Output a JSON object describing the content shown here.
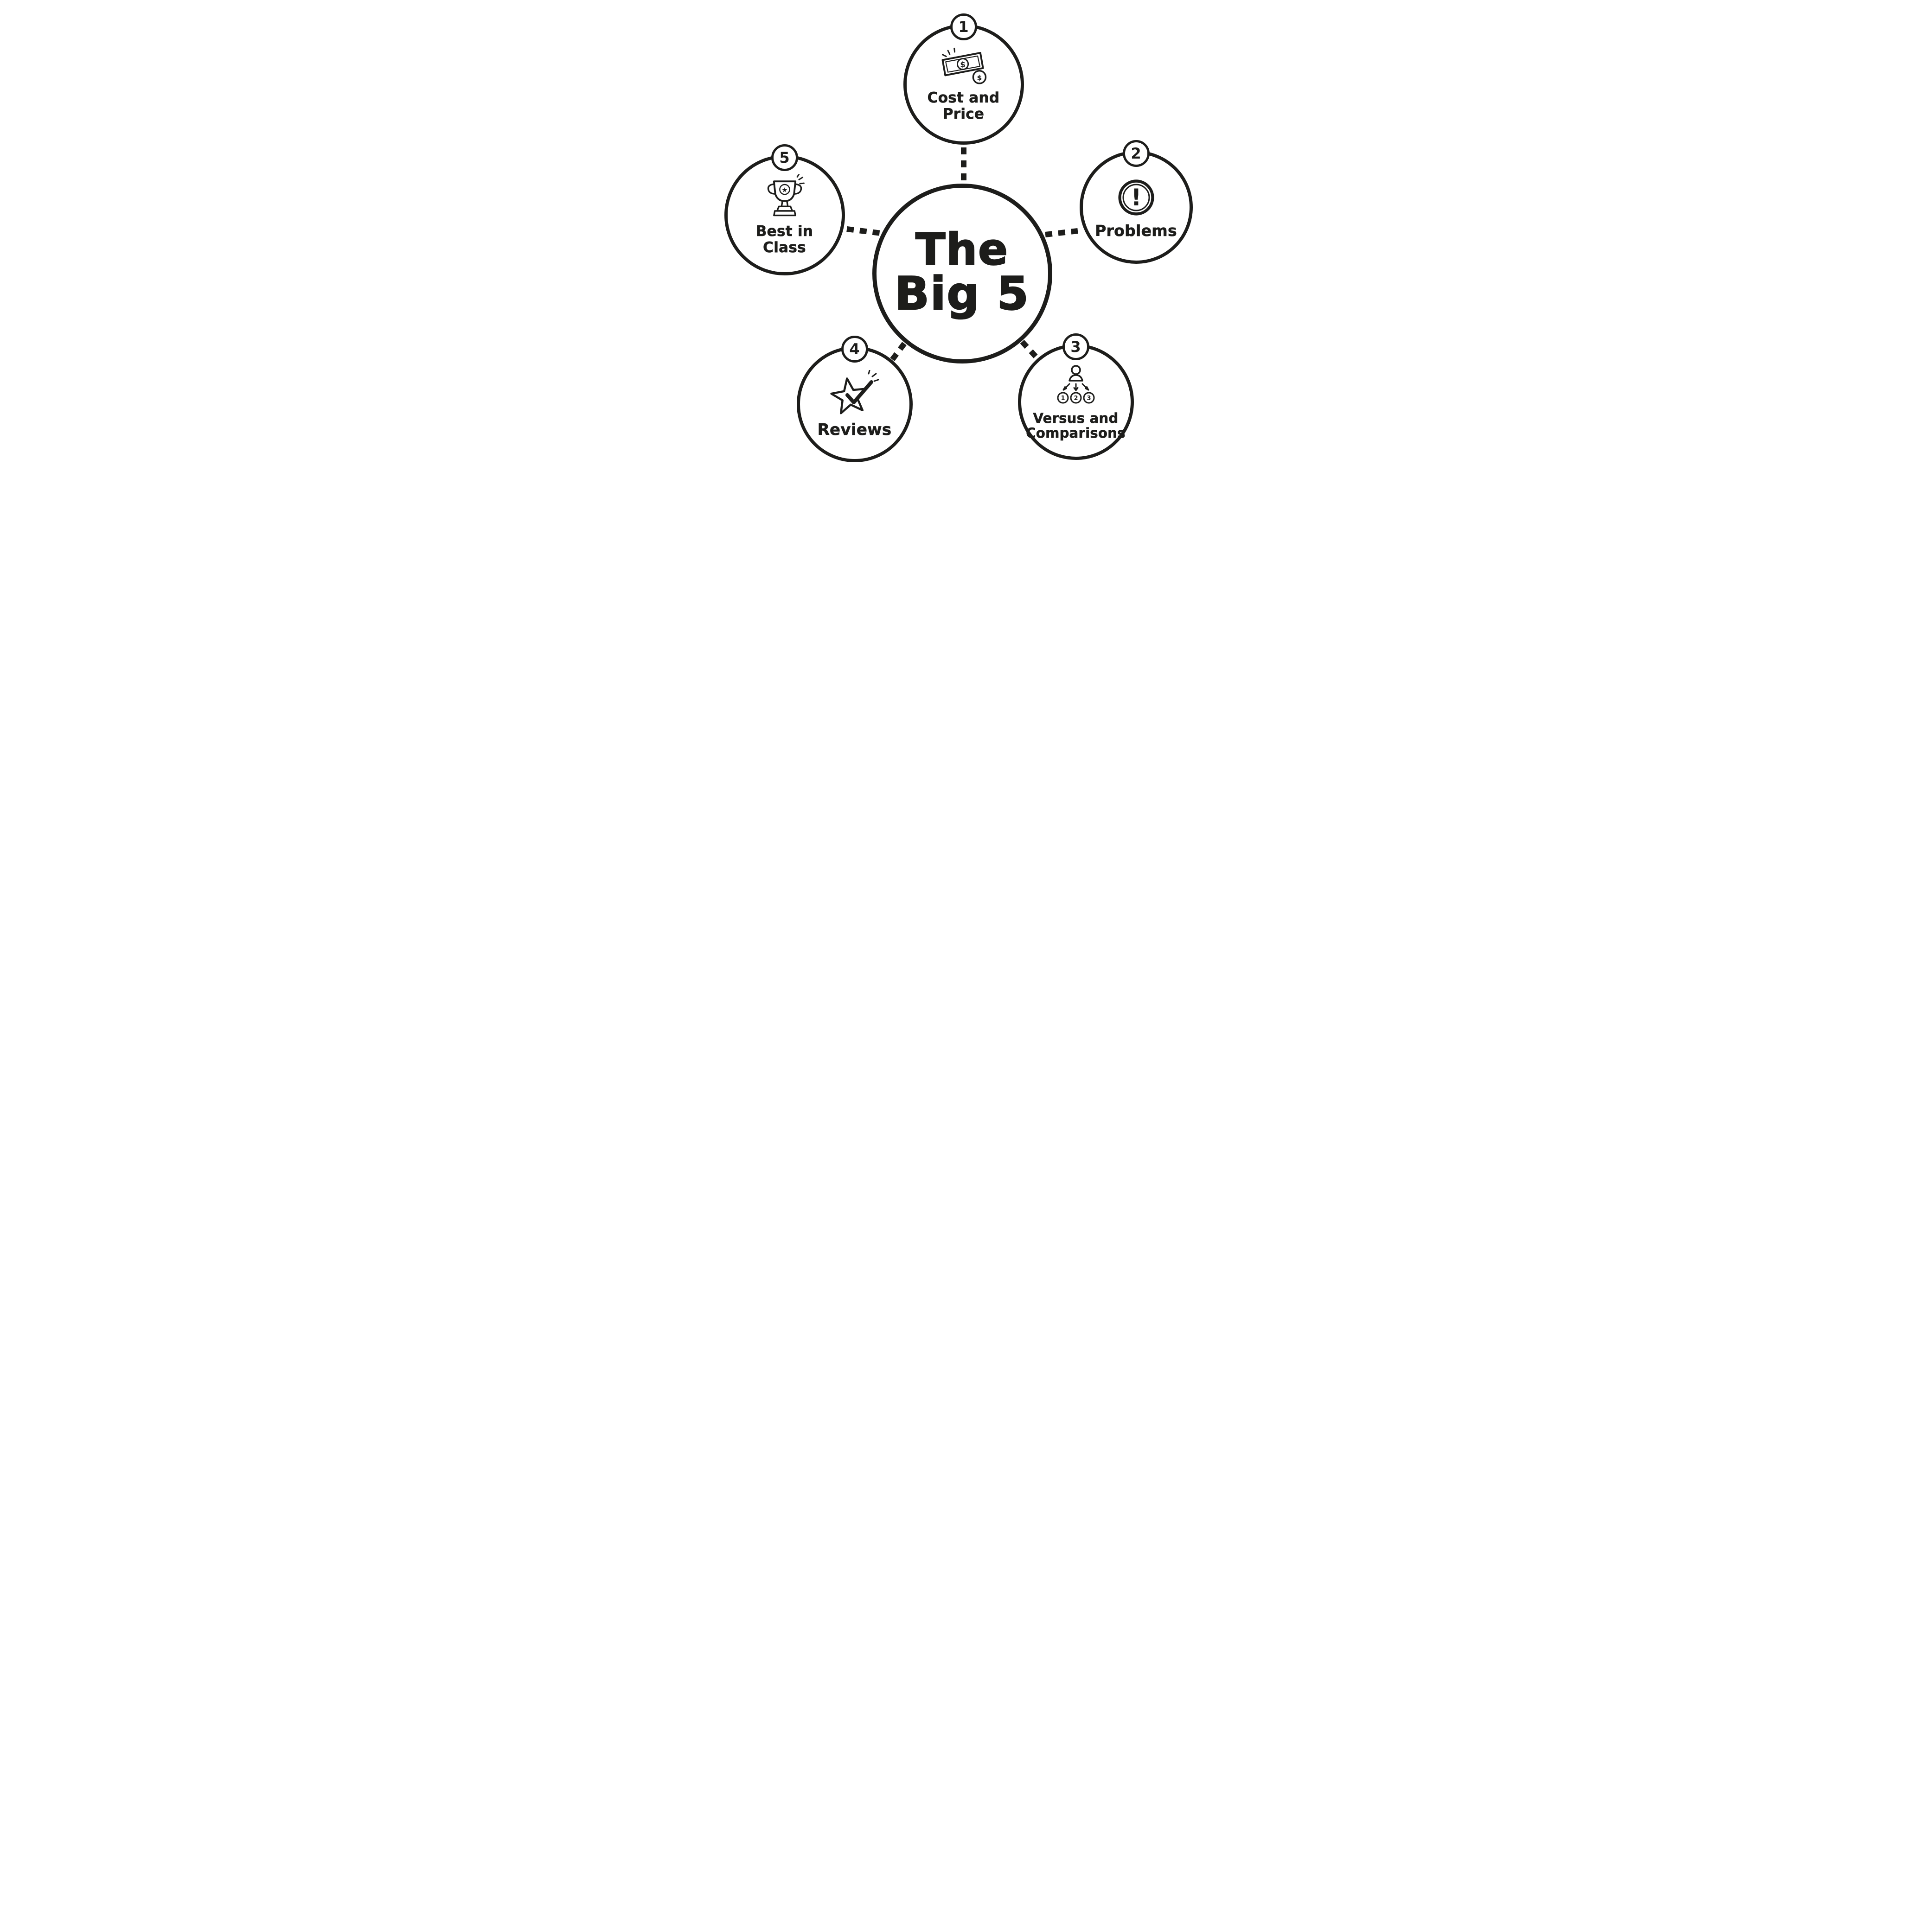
{
  "title": "The Big 5",
  "colors": {
    "ink": "#1d1d1b",
    "background": "#ffffff"
  },
  "center": {
    "line1": "The",
    "line2": "Big 5"
  },
  "nodes": [
    {
      "number": "1",
      "label": "Cost and\nPrice",
      "icon": "money-icon"
    },
    {
      "number": "2",
      "label": "Problems",
      "icon": "alert-icon"
    },
    {
      "number": "3",
      "label": "Versus and\nComparisons",
      "icon": "comparison-icon"
    },
    {
      "number": "4",
      "label": "Reviews",
      "icon": "star-check-icon"
    },
    {
      "number": "5",
      "label": "Best in\nClass",
      "icon": "trophy-icon"
    }
  ],
  "icons": {
    "dollar": "$",
    "exclamation": "!",
    "trophy_star": "★",
    "compare_numbers": [
      "1",
      "2",
      "3"
    ]
  }
}
